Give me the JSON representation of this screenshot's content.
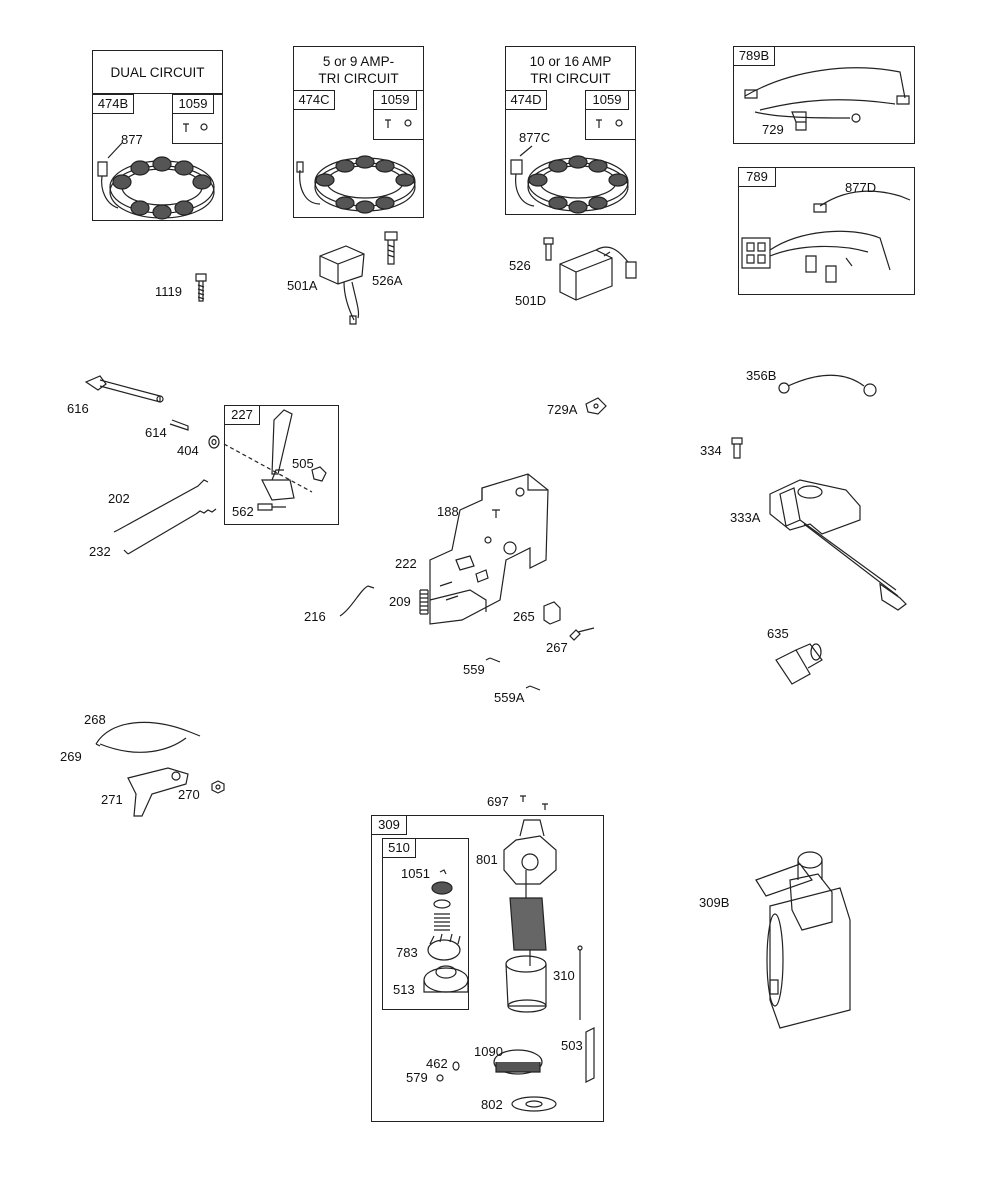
{
  "kits": {
    "dual": {
      "title": "DUAL CIRCUIT",
      "part": "474B",
      "sub": "1059",
      "wire": "877"
    },
    "tri9": {
      "title1": "5  or  9  AMP-",
      "title2": "TRI CIRCUIT",
      "part": "474C",
      "sub": "1059"
    },
    "tri16": {
      "title1": "10 or 16 AMP",
      "title2": "TRI CIRCUIT",
      "part": "474D",
      "sub": "1059",
      "wire": "877C"
    },
    "harness_b": {
      "part": "789B",
      "clip": "729"
    },
    "harness": {
      "part": "789",
      "wire": "877D"
    },
    "governor": {
      "part": "227",
      "lever": "505",
      "screw": "562"
    },
    "starter": {
      "part": "309",
      "sub": "510"
    }
  },
  "labels": {
    "p1119": "1119",
    "p501a": "501A",
    "p526a": "526A",
    "p526": "526",
    "p501d": "501D",
    "p616": "616",
    "p614": "614",
    "p404": "404",
    "p202": "202",
    "p232": "232",
    "p729a": "729A",
    "p188": "188",
    "p222": "222",
    "p216": "216",
    "p209": "209",
    "p265": "265",
    "p267": "267",
    "p559": "559",
    "p559a": "559A",
    "p356b": "356B",
    "p334": "334",
    "p333a": "333A",
    "p635": "635",
    "p268": "268",
    "p269": "269",
    "p271": "271",
    "p270": "270",
    "p697": "697",
    "p801": "801",
    "p1051": "1051",
    "p783": "783",
    "p513": "513",
    "p310": "310",
    "p503": "503",
    "p1090": "1090",
    "p462": "462",
    "p579": "579",
    "p802": "802",
    "p309b": "309B"
  }
}
